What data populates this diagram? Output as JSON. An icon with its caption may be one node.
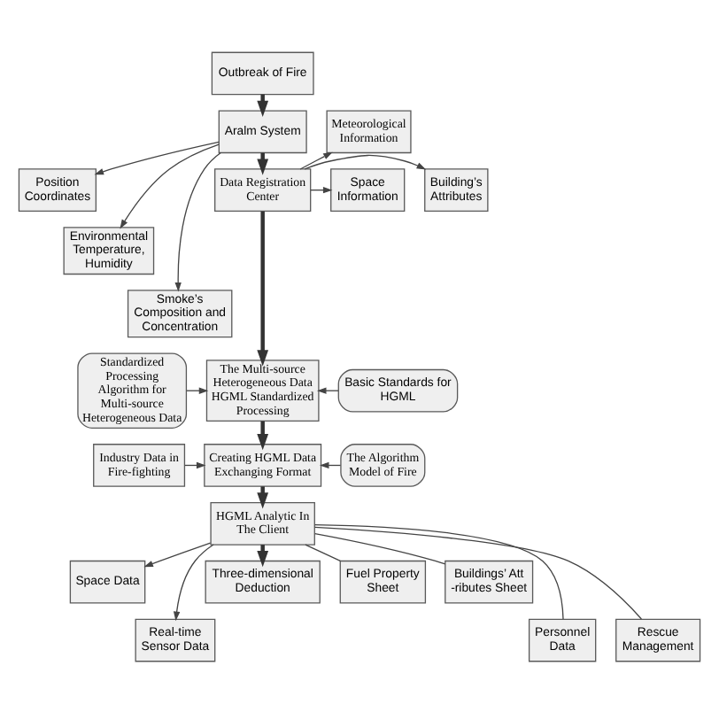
{
  "diagram": {
    "nodes": [
      {
        "text": [
          "Outbreak of Fire"
        ]
      },
      {
        "text": [
          "Aralm System"
        ]
      },
      {
        "text": [
          "Position Coordinates"
        ]
      },
      {
        "text": [
          "Environmental Temperature, Humidity"
        ]
      },
      {
        "text": [
          "Smoke’s Composition and Concentration"
        ]
      },
      {
        "text": [
          "Data Registration Center"
        ]
      },
      {
        "text": [
          "Meteorological Information"
        ]
      },
      {
        "text": [
          "Building’s Attributes"
        ]
      },
      {
        "text": [
          "Space Information"
        ]
      },
      {
        "text": [
          "Standardized Processing Algorithm for Multi-source Heterogeneous Data"
        ]
      },
      {
        "text": [
          "The Multi-source Heterogeneous Data HGML Standardized Processing"
        ]
      },
      {
        "text": [
          "Basic Standards for HGML"
        ]
      },
      {
        "text": [
          "Industry Data in Fire-fighting"
        ]
      },
      {
        "text": [
          "Creating HGML Data Exchanging Format"
        ]
      },
      {
        "text": [
          "The Algorithm Model of Fire"
        ]
      },
      {
        "text": [
          "Space Data"
        ]
      },
      {
        "text": [
          "HGML Analytic In The Client"
        ]
      },
      {
        "text": [
          "Fuel Property Sheet"
        ]
      },
      {
        "text": [
          "Real-time Sensor Data"
        ]
      },
      {
        "text": [
          "Buildings’ Att -ributes Sheet"
        ]
      },
      {
        "text": [
          "Personnel Data"
        ]
      },
      {
        "text": [
          "Three-dimensional Deduction"
        ]
      },
      {
        "text": [
          "Rescue Management"
        ]
      }
    ],
    "edges": [
      {
        "from": 0,
        "to": 1,
        "arrow": "to",
        "style": "thick"
      },
      {
        "from": 1,
        "to": 2,
        "arrow": "to"
      },
      {
        "from": 1,
        "to": 3,
        "arrow": "to"
      },
      {
        "from": 1,
        "to": 4,
        "arrow": "to"
      },
      {
        "from": 1,
        "to": 5,
        "arrow": "to",
        "style": "thick"
      },
      {
        "from": 5,
        "to": 6,
        "arrow": "to"
      },
      {
        "from": 5,
        "to": 7,
        "arrow": "to"
      },
      {
        "from": 5,
        "to": 8,
        "arrow": "to"
      },
      {
        "from": 5,
        "to": 10,
        "arrow": "to",
        "style": "thick"
      },
      {
        "from": 9,
        "to": 10,
        "arrow": "to"
      },
      {
        "from": 11,
        "to": 10,
        "arrow": "to"
      },
      {
        "from": 10,
        "to": 13,
        "arrow": "to",
        "style": "thick"
      },
      {
        "from": 12,
        "to": 13,
        "arrow": "to"
      },
      {
        "from": 14,
        "to": 13,
        "arrow": "to"
      },
      {
        "from": 13,
        "to": 16,
        "arrow": "to",
        "style": "thick"
      },
      {
        "from": 16,
        "to": 15,
        "arrow": "to"
      },
      {
        "from": 16,
        "to": 18,
        "arrow": "to"
      },
      {
        "from": 16,
        "to": 21,
        "arrow": "to",
        "style": "thick"
      },
      {
        "from": 16,
        "to": 17,
        "arrow": "none"
      },
      {
        "from": 16,
        "to": 19,
        "arrow": "none"
      },
      {
        "from": 16,
        "to": 20,
        "arrow": "none"
      },
      {
        "from": 16,
        "to": 22,
        "arrow": "none"
      }
    ]
  }
}
